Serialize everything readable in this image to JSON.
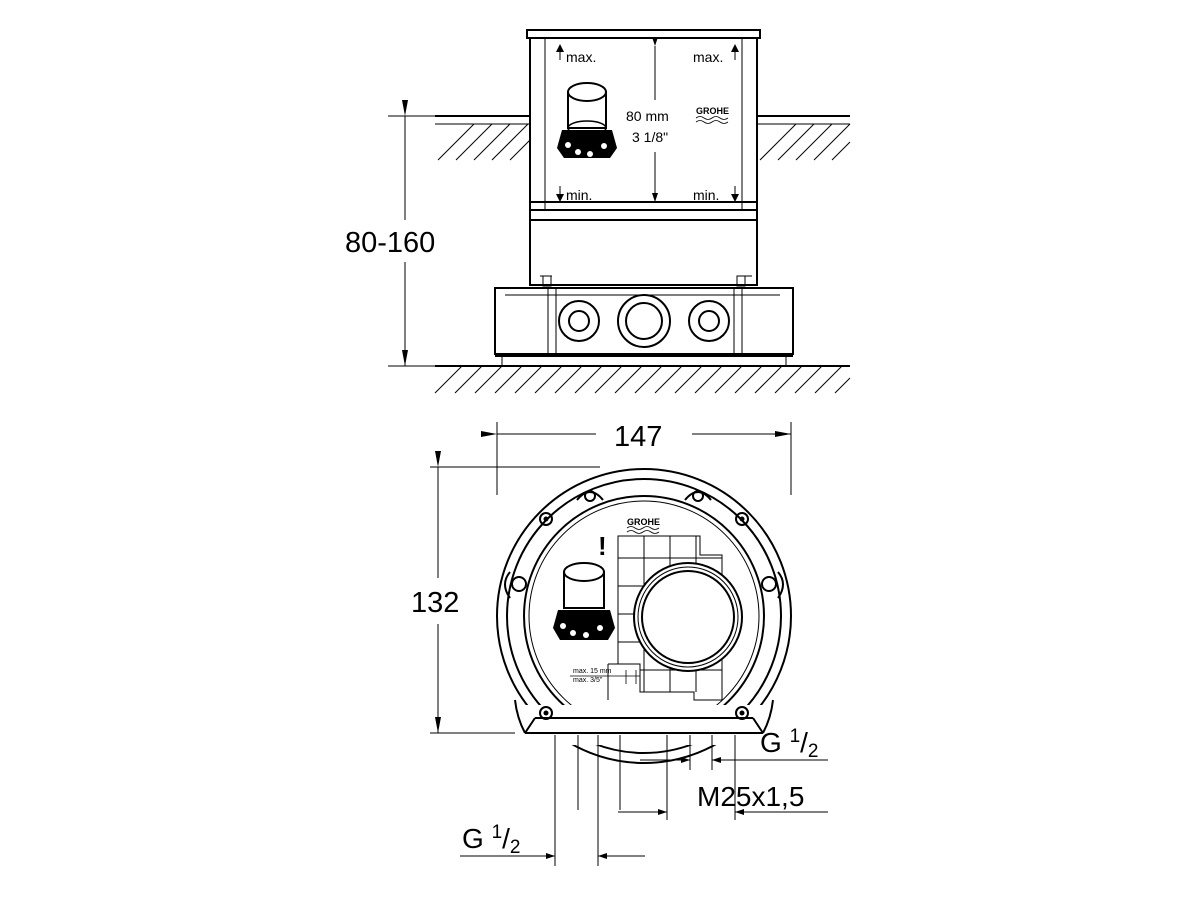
{
  "side_view": {
    "height_dimension": "80-160",
    "box_label_max_left": "max.",
    "box_label_max_right": "max.",
    "box_label_min_left": "min.",
    "box_label_min_right": "min.",
    "depth_mm": "80 mm",
    "depth_in": "3 1/8\"",
    "logo": "GROHE"
  },
  "top_view": {
    "width_dimension": "147",
    "height_dimension": "132",
    "logo": "GROHE",
    "warning_mark": "!",
    "max_mm": "max. 15 mm",
    "max_in": "max. 3/5\""
  },
  "connections": {
    "right_thread": {
      "base": "G ",
      "numerator": "1",
      "slash": "/",
      "denominator": "2"
    },
    "metric_thread": "M25x1,5",
    "left_thread": {
      "base": "G ",
      "numerator": "1",
      "slash": "/",
      "denominator": "2"
    }
  },
  "colors": {
    "line": "#000000",
    "background": "#ffffff"
  }
}
